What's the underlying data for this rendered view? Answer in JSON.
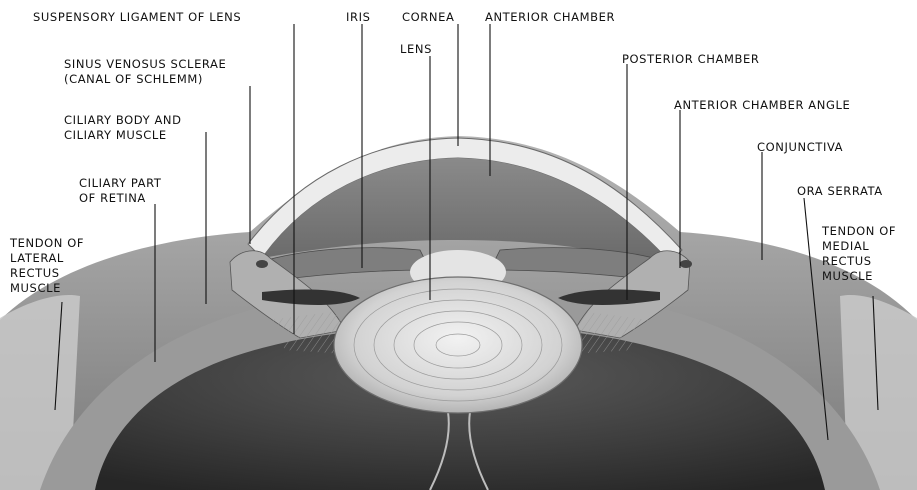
{
  "labels": {
    "suspensory_ligament": "SUSPENSORY LIGAMENT OF LENS",
    "iris": "IRIS",
    "cornea": "CORNEA",
    "anterior_chamber": "ANTERIOR CHAMBER",
    "lens_label": "LENS",
    "sinus_venosus": "SINUS VENOSUS SCLERAE\n(CANAL OF SCHLEMM)",
    "posterior_chamber": "POSTERIOR CHAMBER",
    "ciliary_body": "CILIARY BODY AND\nCILIARY MUSCLE",
    "anterior_chamber_angle": "ANTERIOR CHAMBER ANGLE",
    "conjunctiva": "CONJUNCTIVA",
    "ciliary_part_retina": "CILIARY PART\nOF RETINA",
    "ora_serrata": "ORA SERRATA",
    "tendon_lateral": "TENDON OF\nLATERAL\nRECTUS\nMUSCLE",
    "tendon_medial": "TENDON OF\nMEDIAL\nRECTUS\nMUSCLE"
  },
  "colors": {
    "background": "#ffffff",
    "vitreous_dark": "#3a3a3a",
    "tissue_mid": "#8c8c8c",
    "cornea_light": "#e6e6e6",
    "lens_light": "#d8d8d8",
    "line": "#111111"
  }
}
